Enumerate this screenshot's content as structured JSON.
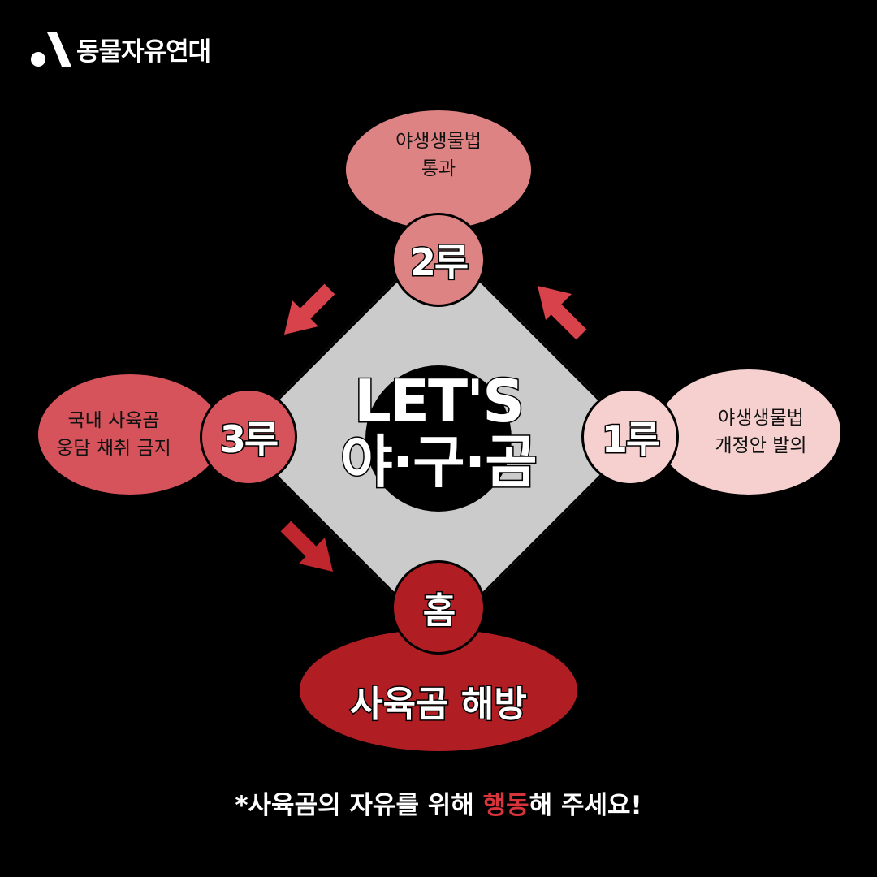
{
  "brand": {
    "name": "동물자유연대",
    "logo_icon": "animal-freedom-a-logo"
  },
  "center": {
    "line1": "LET'S",
    "line2": "야·구·곰"
  },
  "bases": {
    "second": {
      "label": "2루",
      "text": "야생생물법\n통과"
    },
    "third": {
      "label": "3루",
      "text": "국내 사육곰\n웅담 채취 금지"
    },
    "first": {
      "label": "1루",
      "text": "야생생물법\n개정안 발의"
    },
    "home": {
      "label": "홈",
      "text": "사육곰 해방"
    }
  },
  "footer": {
    "before": "*사육곰의 자유를 위해 ",
    "highlight": "행동",
    "after": "해 주세요!"
  },
  "colors": {
    "background": "#000000",
    "diamond": "#cbcbcb",
    "first_base": "#f6cfcf",
    "second_base": "#dd8383",
    "third_base": "#d6535c",
    "home": "#b01e24",
    "arrow": "#d8424a",
    "accent": "#d8343b"
  }
}
